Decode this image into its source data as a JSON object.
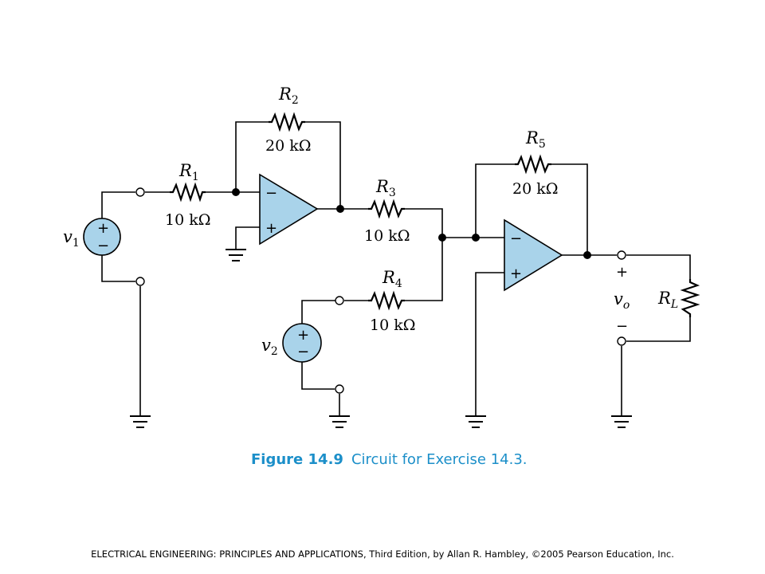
{
  "components": {
    "r1": {
      "name": "R",
      "sub": "1",
      "value": "10 kΩ"
    },
    "r2": {
      "name": "R",
      "sub": "2",
      "value": "20 kΩ"
    },
    "r3": {
      "name": "R",
      "sub": "3",
      "value": "10 kΩ"
    },
    "r4": {
      "name": "R",
      "sub": "4",
      "value": "10 kΩ"
    },
    "r5": {
      "name": "R",
      "sub": "5",
      "value": "20 kΩ"
    },
    "rl": {
      "name": "R",
      "sub": "L"
    },
    "v1": {
      "name": "v",
      "sub": "1"
    },
    "v2": {
      "name": "v",
      "sub": "2"
    },
    "vo": {
      "name": "v",
      "sub": "o"
    }
  },
  "signs": {
    "plus": "+",
    "minus": "−"
  },
  "caption": {
    "number": "Figure 14.9",
    "text": "Circuit for Exercise 14.3."
  },
  "credit": "ELECTRICAL ENGINEERING: PRINCIPLES AND APPLICATIONS, Third Edition, by Allan R. Hambley, ©2005 Pearson Education, Inc.",
  "colors": {
    "component_fill": "#a9d3ea",
    "caption": "#1c8fc9"
  }
}
